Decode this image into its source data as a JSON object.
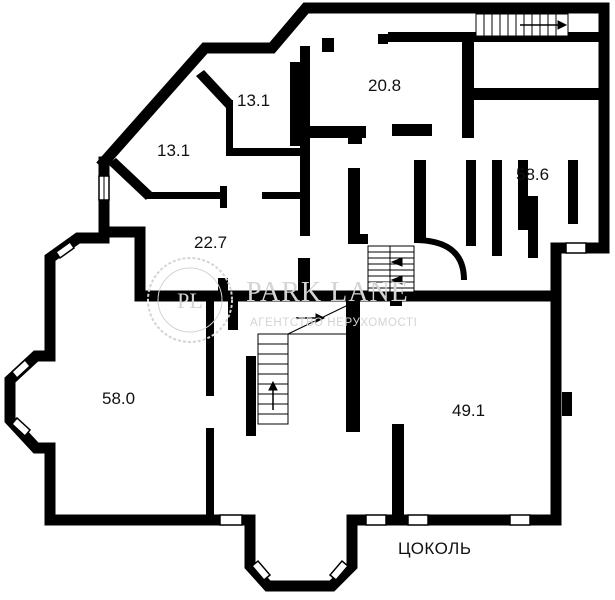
{
  "plan": {
    "floor_label": "ЦОКОЛЬ",
    "rooms": [
      {
        "id": "room-a",
        "area": "13.1"
      },
      {
        "id": "room-b",
        "area": "13.1"
      },
      {
        "id": "room-c",
        "area": "20.8"
      },
      {
        "id": "room-d",
        "area": "58.6"
      },
      {
        "id": "room-e",
        "area": "22.7"
      },
      {
        "id": "room-f",
        "area": "58.0"
      },
      {
        "id": "room-g",
        "area": "49.1"
      }
    ]
  },
  "watermark": {
    "monogram": "PL",
    "title": "PARK LANE",
    "subtitle": "АГЕНТСТВО НЕРУХОМОСТІ"
  },
  "colors": {
    "wall": "#000000",
    "background": "#ffffff",
    "watermark": "#d4d4d4"
  }
}
